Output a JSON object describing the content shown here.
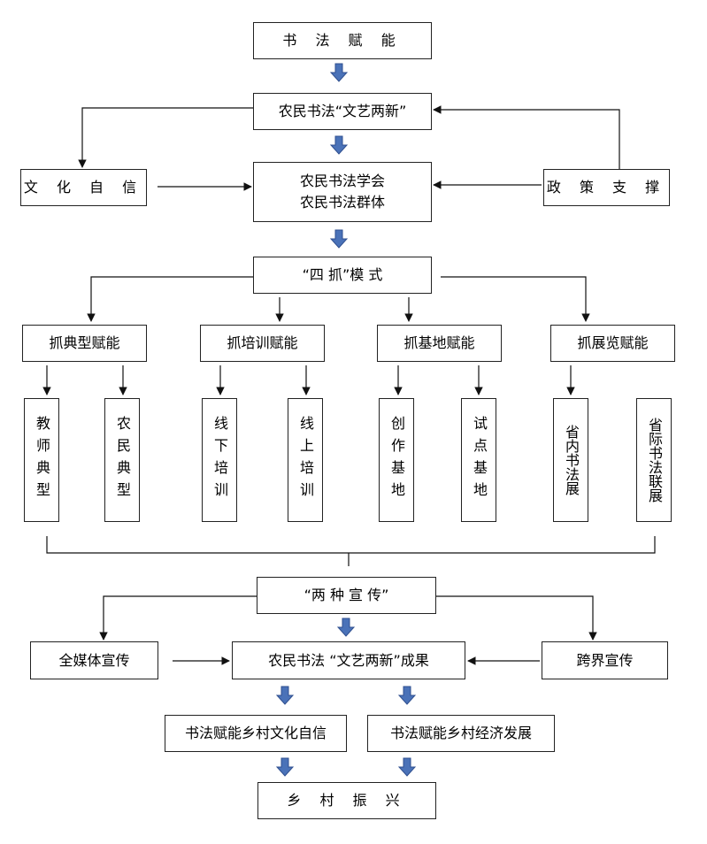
{
  "nodes": {
    "top": "书 法 赋 能",
    "wenyi": "农民书法“文艺两新”",
    "culture": "文 化 自 信",
    "policy": "政 策 支 撑",
    "society_1": "农民书法学会",
    "society_2": "农民书法群体",
    "sizhua": "“四 抓”模 式",
    "cat_dianxing": "抓典型赋能",
    "cat_peixun": "抓培训赋能",
    "cat_jidi": "抓基地赋能",
    "cat_zhanlan": "抓展览赋能",
    "leaf_jiaoshi": "教师典型",
    "leaf_nongmin": "农民典型",
    "leaf_xianxia": "线下培训",
    "leaf_xianshang": "线上培训",
    "leaf_chuangzuo": "创作基地",
    "leaf_shidian": "试点基地",
    "leaf_shengnei": "省内书法展",
    "leaf_shengji": "省际书法联展",
    "liangzhong": "“两 种 宣 传”",
    "quanmeiti": "全媒体宣传",
    "kuajie": "跨界宣传",
    "chengguo": "农民书法 “文艺两新”成果",
    "result_culture": "书法赋能乡村文化自信",
    "result_economy": "书法赋能乡村经济发展",
    "final": "乡 村 振 兴"
  },
  "colors": {
    "line": "#111111",
    "block_arrow": "#4a72b8",
    "block_arrow_edge": "#2f4f8f"
  }
}
